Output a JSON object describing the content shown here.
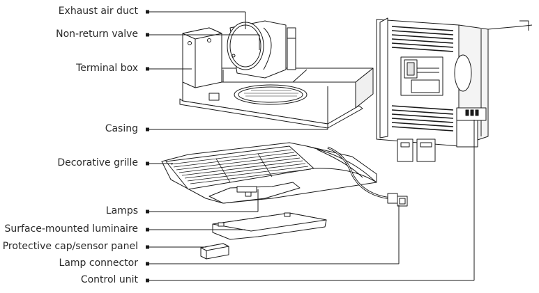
{
  "labels": [
    "Exhaust air duct",
    "Non-return valve",
    "Terminal box",
    "Casing",
    "Decorative grille",
    "Lamps",
    "Surface-mounted luminaire",
    "Protective cap/sensor panel",
    "Lamp connector",
    "Control unit"
  ],
  "colors": {
    "line": "#1a1a1a",
    "text": "#2a2a2a",
    "fill": "#ffffff",
    "shade": "#e4e4e4"
  }
}
